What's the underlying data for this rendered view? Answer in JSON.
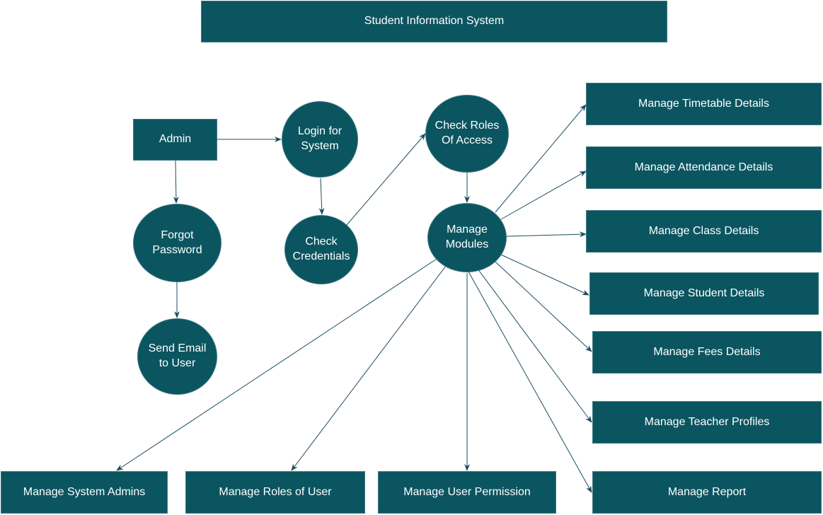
{
  "colors": {
    "node_fill": "#0b5560",
    "node_text": "#ffffff",
    "edge": "#1d4d60"
  },
  "title": "Student Information System",
  "nodes": {
    "admin": "Admin",
    "login": "Login for\nSystem",
    "check_roles": "Check Roles\nOf Access",
    "forgot_password": "Forgot\nPassword",
    "check_credentials": "Check\nCredentials",
    "manage_modules": "Manage\nModules",
    "send_email": "Send Email\nto User",
    "manage_timetable": "Manage Timetable Details",
    "manage_attendance": "Manage Attendance Details",
    "manage_class": "Manage Class Details",
    "manage_student": "Manage Student Details",
    "manage_fees": "Manage Fees Details",
    "manage_teacher": "Manage Teacher Profiles",
    "manage_report": "Manage Report",
    "manage_system_admins": "Manage System Admins",
    "manage_roles": "Manage Roles of User",
    "manage_permission": "Manage User Permission"
  },
  "edges": [
    [
      "admin",
      "login"
    ],
    [
      "admin",
      "forgot_password"
    ],
    [
      "forgot_password",
      "send_email"
    ],
    [
      "login",
      "check_credentials"
    ],
    [
      "check_credentials",
      "check_roles"
    ],
    [
      "check_roles",
      "manage_modules"
    ],
    [
      "manage_modules",
      "manage_timetable"
    ],
    [
      "manage_modules",
      "manage_attendance"
    ],
    [
      "manage_modules",
      "manage_class"
    ],
    [
      "manage_modules",
      "manage_student"
    ],
    [
      "manage_modules",
      "manage_fees"
    ],
    [
      "manage_modules",
      "manage_teacher"
    ],
    [
      "manage_modules",
      "manage_report"
    ],
    [
      "manage_modules",
      "manage_system_admins"
    ],
    [
      "manage_modules",
      "manage_roles"
    ],
    [
      "manage_modules",
      "manage_permission"
    ]
  ]
}
